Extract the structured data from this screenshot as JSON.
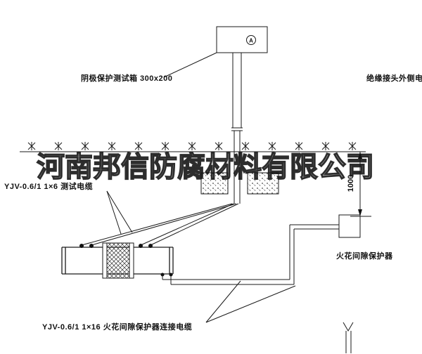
{
  "watermark": "河南邦信防腐材料有限公司",
  "labels": {
    "test_box": "阴极保护测试箱 300x200",
    "outer_cable": "绝缘接头外侧电缆",
    "test_cable": "YJV-0.6/1 1×6  测试电缆",
    "spark_gap": "火花间隙保护器",
    "bottom_cable": "YJV-0.6/1 1×16  火花间隙保护器连接电缆",
    "dimension_1000": "1000",
    "ammeter": "A"
  },
  "colors": {
    "line": "#1a1a1a",
    "background": "#ffffff",
    "watermark_outline": "#1a1a1a"
  }
}
